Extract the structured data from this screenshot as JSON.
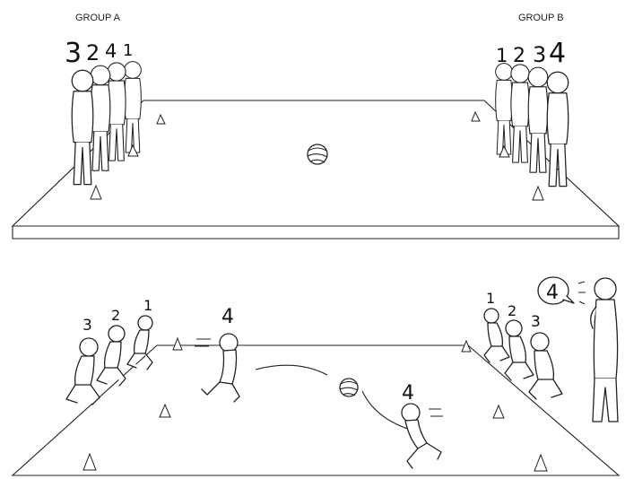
{
  "top_scene": {
    "group_a_label": "GROUP A",
    "group_b_label": "GROUP B",
    "group_a_numbers": [
      "3",
      "2",
      "4",
      "1"
    ],
    "group_b_numbers": [
      "1",
      "2",
      "3",
      "4"
    ]
  },
  "bottom_scene": {
    "left_team_numbers": [
      "3",
      "2",
      "1"
    ],
    "runner_left_number": "4",
    "runner_right_number": "4",
    "right_team_numbers": [
      "1",
      "2",
      "3"
    ],
    "caller_speech_number": "4"
  },
  "colors": {
    "ink": "#222222",
    "background": "#ffffff"
  }
}
